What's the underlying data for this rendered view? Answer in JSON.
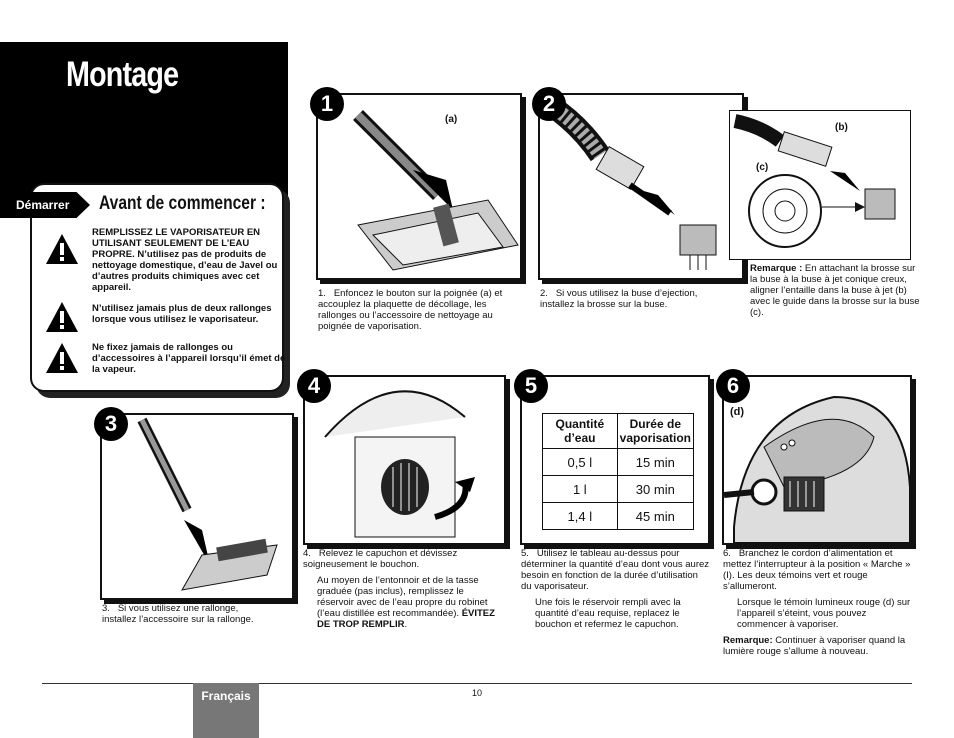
{
  "title": "Montage",
  "sidebar": {
    "tag": "Démarrer",
    "heading": "Avant de commencer :",
    "warnings": [
      "REMPLISSEZ LE VAPORISATEUR EN UTILISANT SEULEMENT DE L’EAU PROPRE. N’utilisez pas de produits de nettoyage domestique, d’eau de Javel ou d’autres produits chimiques avec cet appareil.",
      "N’utilisez jamais plus de deux rallonges lorsque vous utilisez le vaporisateur.",
      "Ne fixez jamais de rallonges ou d’accessoires à l’appareil lorsqu’il émet de la vapeur."
    ]
  },
  "steps": {
    "s1": {
      "num": "1",
      "label": "(a)",
      "caption": "1.   Enfoncez le bouton sur la poignée (a) et accouplez la plaquette de décollage, les rallonges ou l’accessoire de nettoyage au poignée de vaporisation."
    },
    "s2": {
      "num": "2",
      "caption": "2.   Si vous utilisez la buse d’ejection, installez la brosse sur la buse."
    },
    "s2b": {
      "label_b": "(b)",
      "label_c": "(c)",
      "note_bold": "Remarque :",
      "note": " En attachant la brosse sur la buse à la buse à jet conique creux, aligner l’entaille dans la buse à jet (b) avec le guide dans la brosse sur la buse (c)."
    },
    "s3": {
      "num": "3",
      "caption": "3.   Si vous utilisez une rallonge, installez l’accessoire sur la rallonge."
    },
    "s4": {
      "num": "4",
      "caption1": "4.   Relevez le capuchon et dévissez soigneusement le bouchon.",
      "caption2": "Au moyen de l’entonnoir et de la tasse graduée (pas inclus), remplissez le réservoir avec de l’eau propre du robinet (l’eau distillée est recommandée).",
      "caption2_bold": "ÉVITEZ DE TROP REMPLIR",
      "caption2_end": "."
    },
    "s5": {
      "num": "5",
      "caption1": "5.   Utilisez le tableau au-dessus pour déterminer la quantité d’eau dont vous aurez besoin en fonction de la durée d’utilisation du vaporisateur.",
      "caption2": "Une fois le réservoir rempli avec la quantité d’eau requise, replacez le bouchon et refermez le capuchon."
    },
    "s6": {
      "num": "6",
      "label": "(d)",
      "caption1": "6.   Branchez le cordon d’alimentation et mettez l’interrupteur à la position « Marche » (I). Les deux témoins vert et rouge s’allumeront.",
      "caption2": "Lorsque le témoin lumineux rouge (d) sur l’appareil s’éteint, vous pouvez commencer à vaporiser.",
      "note_bold": "Remarque:",
      "note": " Continuer à vaporiser quand la lumière rouge s’allume à nouveau."
    }
  },
  "table": {
    "headers": [
      "Quantité d’eau",
      "Durée de vaporisation"
    ],
    "rows": [
      [
        "0,5 l",
        "15 min"
      ],
      [
        "1 l",
        "30 min"
      ],
      [
        "1,4 l",
        "45 min"
      ]
    ]
  },
  "footer": {
    "language": "Français",
    "page": "10"
  }
}
